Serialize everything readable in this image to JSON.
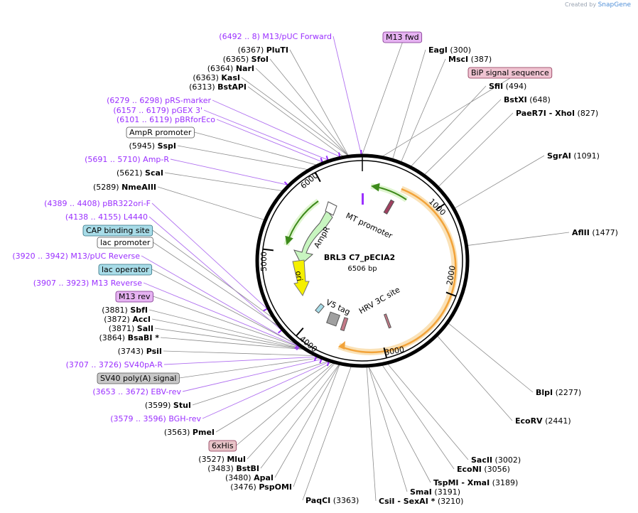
{
  "credit": {
    "prefix": "Created by",
    "brand": "SnapGene"
  },
  "map": {
    "name": "BRL3 C7_pECIA2",
    "size_label": "6506 bp",
    "ruler": [
      "1000",
      "2000",
      "3000",
      "4000",
      "5000",
      "6000"
    ]
  },
  "enzymes": [
    {
      "name": "PluTI",
      "pos": "(6367)",
      "side": "L"
    },
    {
      "name": "SfoI",
      "pos": "(6365)",
      "side": "L"
    },
    {
      "name": "NarI",
      "pos": "(6364)",
      "side": "L"
    },
    {
      "name": "KasI",
      "pos": "(6363)",
      "side": "L"
    },
    {
      "name": "BstAPI",
      "pos": "(6313)",
      "side": "L"
    },
    {
      "name": "SspI",
      "pos": "(5945)",
      "side": "L"
    },
    {
      "name": "ScaI",
      "pos": "(5621)",
      "side": "L"
    },
    {
      "name": "NmeAIII",
      "pos": "(5289)",
      "side": "L"
    },
    {
      "name": "SbfI",
      "pos": "(3881)",
      "side": "L"
    },
    {
      "name": "AccI",
      "pos": "(3872)",
      "side": "L"
    },
    {
      "name": "SalI",
      "pos": "(3871)",
      "side": "L"
    },
    {
      "name": "BsaBI *",
      "pos": "(3864)",
      "side": "L"
    },
    {
      "name": "PsiI",
      "pos": "(3743)",
      "side": "L"
    },
    {
      "name": "StuI",
      "pos": "(3599)",
      "side": "L"
    },
    {
      "name": "PmeI",
      "pos": "(3563)",
      "side": "L"
    },
    {
      "name": "MluI",
      "pos": "(3527)",
      "side": "L"
    },
    {
      "name": "BstBI",
      "pos": "(3483)",
      "side": "L"
    },
    {
      "name": "ApaI",
      "pos": "(3480)",
      "side": "L"
    },
    {
      "name": "PspOMI",
      "pos": "(3476)",
      "side": "L"
    },
    {
      "name": "PaqCI",
      "pos": "(3363)",
      "side": "R"
    },
    {
      "name": "EagI",
      "pos": "(300)",
      "side": "R"
    },
    {
      "name": "MscI",
      "pos": "(387)",
      "side": "R"
    },
    {
      "name": "SfiI",
      "pos": "(494)",
      "side": "R"
    },
    {
      "name": "BstXI",
      "pos": "(648)",
      "side": "R"
    },
    {
      "name": "PaeR7I - XhoI",
      "pos": "(827)",
      "side": "R"
    },
    {
      "name": "SgrAI",
      "pos": "(1091)",
      "side": "R"
    },
    {
      "name": "AflII",
      "pos": "(1477)",
      "side": "R"
    },
    {
      "name": "BlpI",
      "pos": "(2277)",
      "side": "R"
    },
    {
      "name": "EcoRV",
      "pos": "(2441)",
      "side": "R"
    },
    {
      "name": "SacII",
      "pos": "(3002)",
      "side": "R"
    },
    {
      "name": "EcoNI",
      "pos": "(3056)",
      "side": "R"
    },
    {
      "name": "TspMI - XmaI",
      "pos": "(3189)",
      "side": "R"
    },
    {
      "name": "SmaI",
      "pos": "(3191)",
      "side": "R"
    },
    {
      "name": "CsiI - SexAI *",
      "pos": "(3210)",
      "side": "R"
    }
  ],
  "primers": [
    "(6492 .. 8)  M13/pUC Forward",
    "(6279 .. 6298)  pRS-marker",
    "(6157 .. 6179)  pGEX 3'",
    "(6101 .. 6119)  pBRforEco",
    "(5691 .. 5710)  Amp-R",
    "(4389 .. 4408)  pBR322ori-F",
    "(4138 .. 4155)  L4440",
    "(3920 .. 3942)  M13/pUC Reverse",
    "(3907 .. 3923)  M13 Reverse",
    "(3707 .. 3726)  SV40pA-R",
    "(3653 .. 3672)  EBV-rev",
    "(3579 .. 3596)  BGH-rev"
  ],
  "boxed_features": [
    {
      "label": "M13 fwd",
      "fill": "#e6b3f2",
      "stroke": "#7a2f8a"
    },
    {
      "label": "BiP signal sequence",
      "fill": "#f0c4d2",
      "stroke": "#8a3050"
    },
    {
      "label": "AmpR promoter",
      "fill": "#ffffff",
      "stroke": "#555555"
    },
    {
      "label": "CAP binding site",
      "fill": "#a8dce8",
      "stroke": "#2f6f80"
    },
    {
      "label": "lac promoter",
      "fill": "#ffffff",
      "stroke": "#555555"
    },
    {
      "label": "lac operator",
      "fill": "#a8dce8",
      "stroke": "#2f6f80"
    },
    {
      "label": "M13 rev",
      "fill": "#e6b3f2",
      "stroke": "#7a2f8a"
    },
    {
      "label": "SV40 poly(A) signal",
      "fill": "#c8c8c8",
      "stroke": "#555555"
    },
    {
      "label": "6xHis",
      "fill": "#e8c4c8",
      "stroke": "#8a3050"
    }
  ],
  "inner_features": {
    "mt_promoter": "MT promoter",
    "ampr": "AmpR",
    "ori": "ori",
    "v5": "V5 tag",
    "hrv": "HRV 3C site"
  },
  "colors": {
    "backbone": "#000000",
    "enzyme_line": "#8c8c8c",
    "primer": "#9b30ff",
    "orf_orange": "#f2a33a",
    "ampr_green": "#c8f5c0",
    "ori_yellow": "#f5f000"
  }
}
